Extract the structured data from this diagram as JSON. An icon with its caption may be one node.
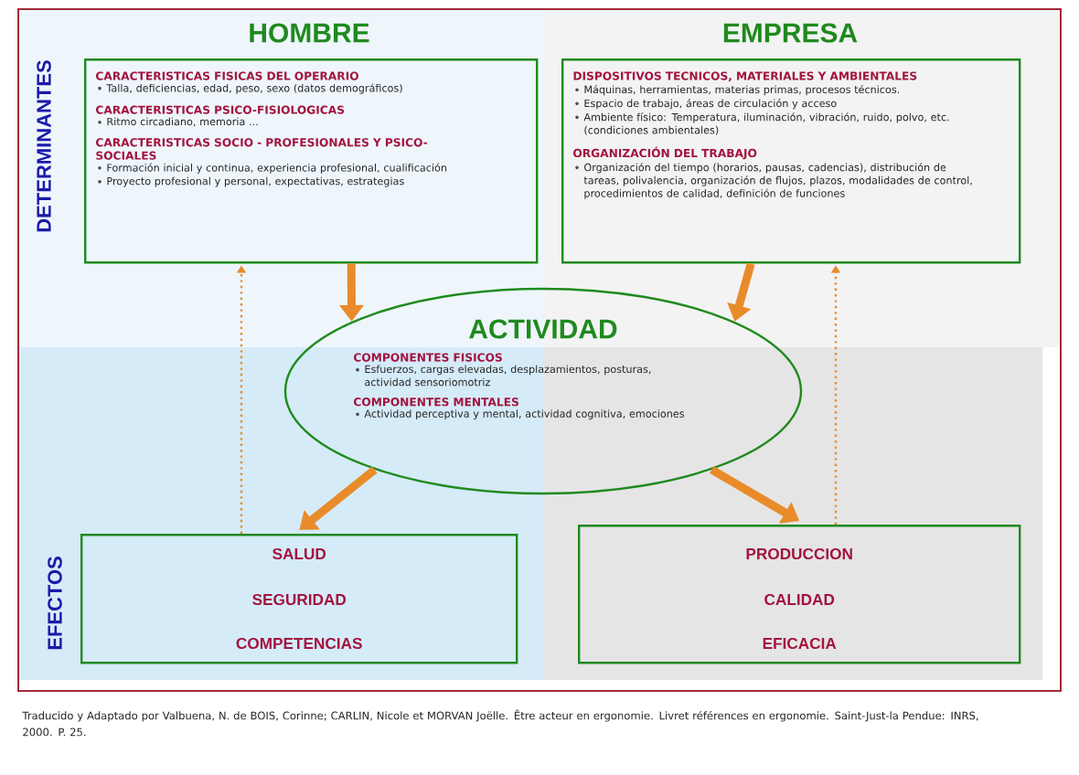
{
  "diagram": {
    "caption": "Traducido y Adaptado por Valbuena, N.  de BOIS, Corinne; CARLIN, Nicole et MORVAN Joëlle. Être acteur en ergonomie. Livret références en ergonomie. Saint-Just-la Pendue: INRS, 2000. P. 25.",
    "nodes": [
      {
        "text": [
          "HOMBRE",
          "CARACTERISTICAS FISICAS DEL OPERARIO",
          "Talla, deficiencias, edad, peso, sexo (datos demográficos)",
          "CARACTERISTICAS PSICO-FISIOLOGICAS",
          "Ritmo circadiano, memoria ...",
          "CARACTERISTICAS SOCIO - PROFESIONALES Y PSICO-SOCIALES",
          "Formación inicial y continua, experiencia profesional, cualificación",
          "Proyecto profesional y personal, expectativas, estrategias"
        ]
      },
      {
        "text": [
          "EMPRESA",
          "DISPOSITIVOS TECNICOS, MATERIALES Y AMBIENTALES",
          "Máquinas, herramientas, materias primas, procesos técnicos.",
          "Espacio de trabajo, áreas de circulación y acceso",
          "Ambiente físico: Temperatura, iluminación, vibración, ruido, polvo, etc. (condiciones ambientales)",
          "ORGANIZACIÓN DEL TRABAJO",
          "Organización del tiempo (horarios, pausas, cadencias), distribución  de tareas, polivalencia, organización de flujos, plazos, modalidades de control, procedimientos de calidad, definición de funciones"
        ]
      },
      {
        "text": [
          "ACTIVIDAD",
          "COMPONENTES FISICOS",
          "Esfuerzos, cargas elevadas, desplazamientos, posturas, actividad sensoriomotriz",
          "COMPONENTES MENTALES",
          "Actividad perceptiva y mental, actividad cognitiva, emociones"
        ]
      },
      {
        "text": [
          "SALUD",
          "SEGURIDAD",
          "COMPETENCIAS"
        ]
      },
      {
        "text": [
          "PRODUCCION",
          "CALIDAD",
          "EFICACIA"
        ]
      }
    ],
    "edges": [
      {
        "from": 0,
        "to": 2,
        "arrow": "to"
      },
      {
        "from": 1,
        "to": 2,
        "arrow": "to"
      },
      {
        "from": 2,
        "to": 3,
        "arrow": "to"
      },
      {
        "from": 2,
        "to": 4,
        "arrow": "to"
      },
      {
        "from": 3,
        "to": 0,
        "arrow": "to",
        "style": "dashed"
      },
      {
        "from": 4,
        "to": 1,
        "arrow": "to",
        "style": "dashed"
      }
    ],
    "labels": [
      "DETERMINANTES",
      "EFECTOS"
    ]
  }
}
